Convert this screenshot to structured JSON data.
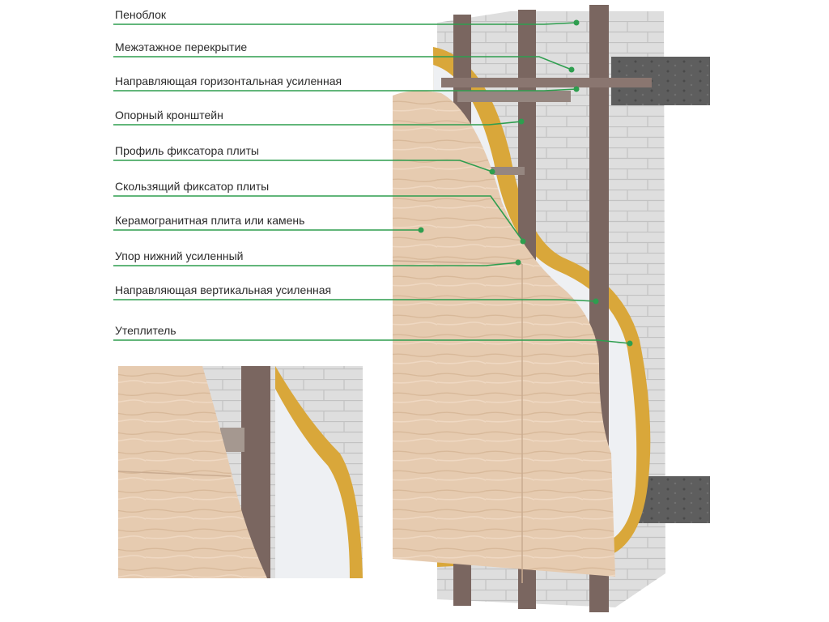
{
  "diagram": {
    "colors": {
      "leader": "#2e9e4f",
      "wall": "#dcdcdc",
      "slab": "#5e5e5e",
      "insulation": "#d9a73a",
      "membrane": "#eef0f3",
      "stone": "#e6cbb0",
      "profile": "#7a6660"
    },
    "labels": [
      {
        "id": "penoblok",
        "text": "Пеноблок"
      },
      {
        "id": "perekrytie",
        "text": "Межэтажное перекрытие"
      },
      {
        "id": "napr-gor",
        "text": "Направляющая горизонтальная усиленная"
      },
      {
        "id": "kronshtein",
        "text": "Опорный кронштейн"
      },
      {
        "id": "profil-fiks",
        "text": "Профиль фиксатора плиты"
      },
      {
        "id": "skolz-fiks",
        "text": "Скользящий фиксатор плиты"
      },
      {
        "id": "plita",
        "text": "Керамогранитная плита или камень"
      },
      {
        "id": "upor",
        "text": "Упор нижний усиленный"
      },
      {
        "id": "napr-vert",
        "text": "Направляющая вертикальная усиленная"
      },
      {
        "id": "uteplitel",
        "text": "Утеплитель"
      }
    ]
  }
}
